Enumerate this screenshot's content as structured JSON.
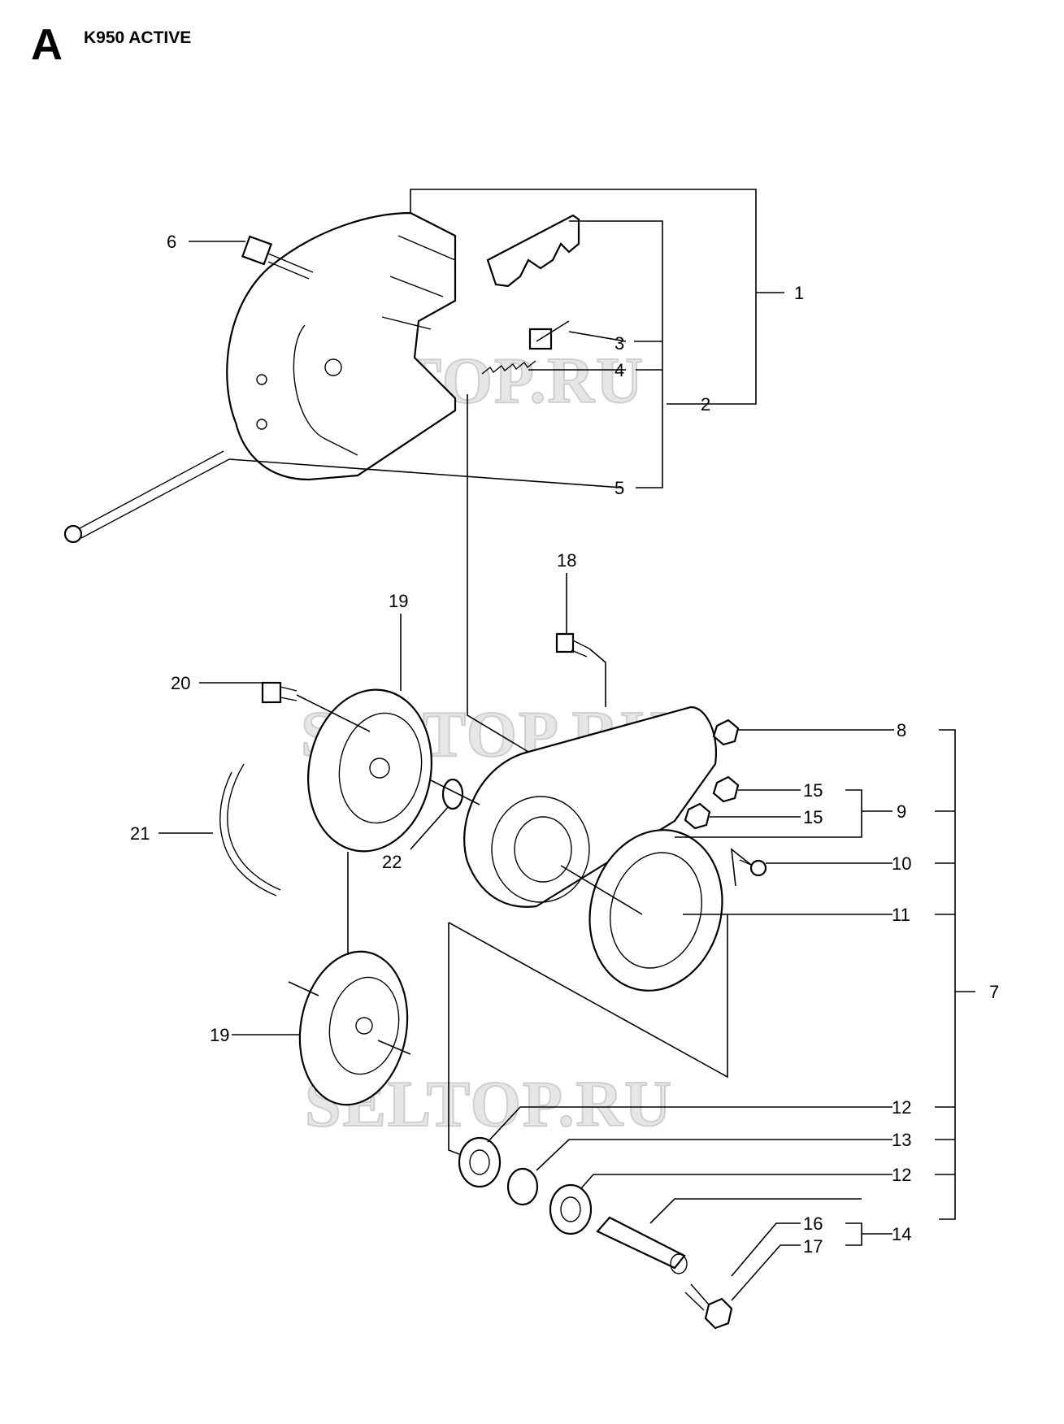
{
  "header": {
    "section_letter": "A",
    "model": "K950 ACTIVE"
  },
  "watermark": "SELTOP.RU",
  "callouts": [
    "1",
    "2",
    "3",
    "4",
    "5",
    "6",
    "18",
    "19",
    "20",
    "8",
    "15",
    "15",
    "9",
    "10",
    "11",
    "21",
    "22",
    "7",
    "19",
    "12",
    "13",
    "12",
    "14",
    "16",
    "17"
  ]
}
